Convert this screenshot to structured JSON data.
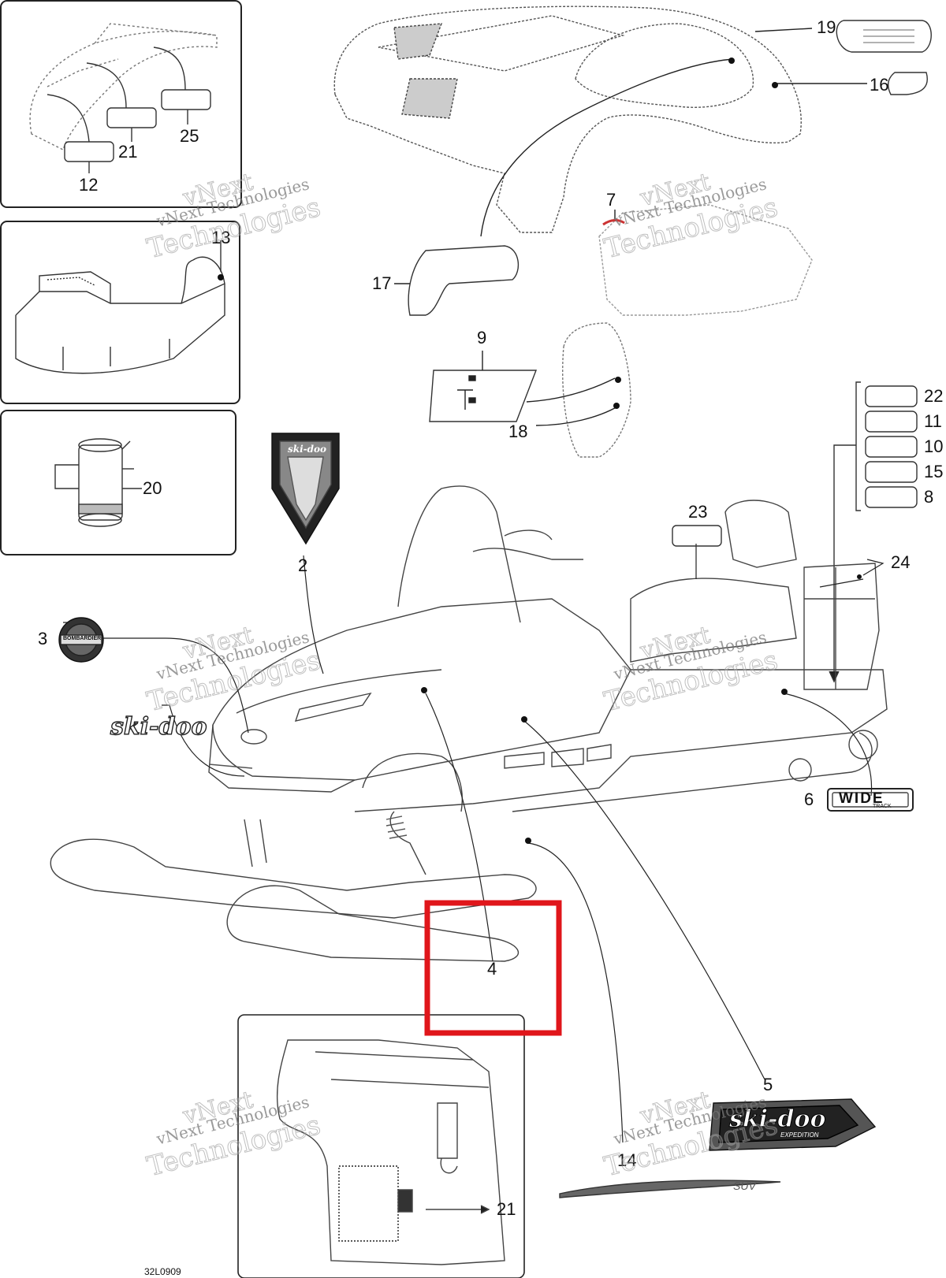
{
  "diagram": {
    "drawing_code": "32L0909",
    "watermark": {
      "line1": "vNext",
      "line2": "vNext Technologies",
      "line3": "Technologies"
    },
    "callouts": [
      "19",
      "16",
      "12",
      "21",
      "25",
      "13",
      "7",
      "17",
      "9",
      "18",
      "22",
      "11",
      "10",
      "15",
      "8",
      "20",
      "2",
      "23",
      "24",
      "3",
      "6",
      "4",
      "5",
      "14",
      "21"
    ],
    "decal_texts": {
      "skidoo": "ski-doo",
      "wide": "WIDE",
      "track": "TRACK",
      "expedition": "EXPEDITION",
      "suv": "SUV",
      "bombardier": "BOMBARDIER"
    },
    "highlight_color": "#e0161b",
    "line_color": "#222222"
  }
}
